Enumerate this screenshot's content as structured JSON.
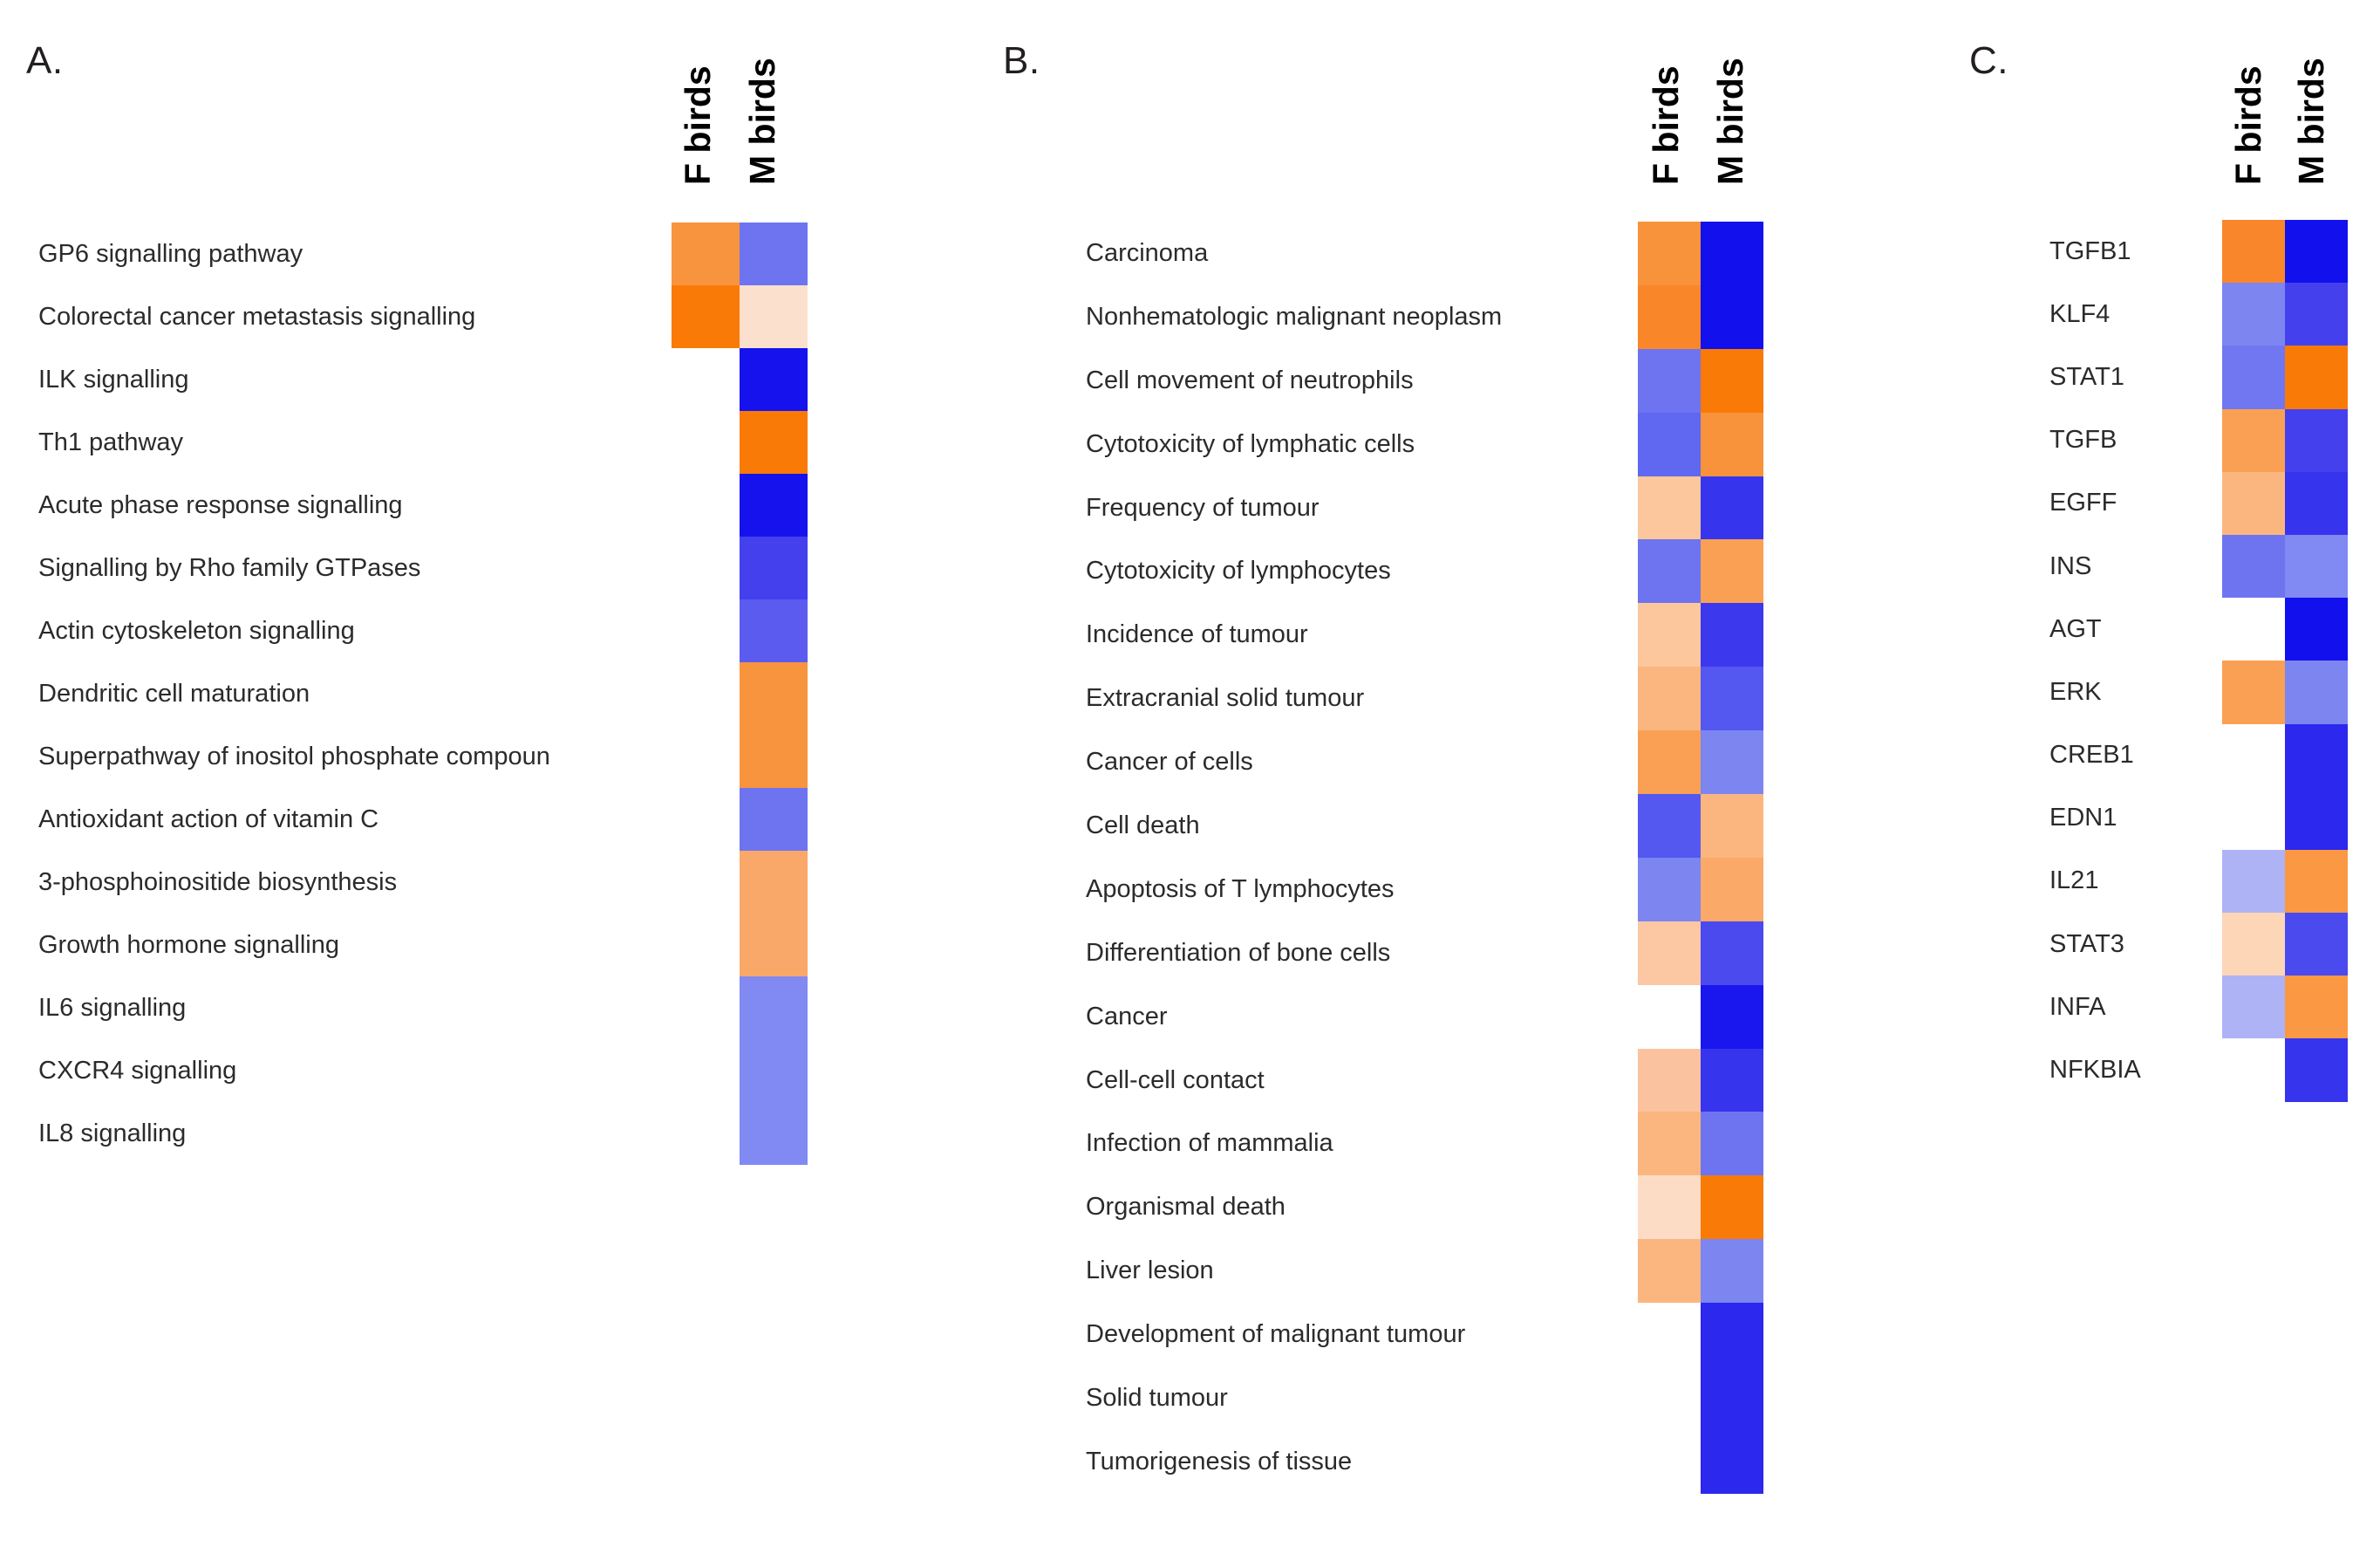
{
  "figure": {
    "panels": [
      {
        "letter": "A.",
        "columns": [
          "F birds",
          "M birds"
        ],
        "rows": [
          "GP6 signalling pathway",
          "Colorectal cancer metastasis signalling",
          "ILK signalling",
          "Th1 pathway",
          "Acute phase response signalling",
          "Signalling by Rho family GTPases",
          "Actin cytoskeleton signalling",
          "Dendritic cell maturation",
          "Superpathway of inositol phosphate compoun",
          "Antioxidant action of vitamin C",
          "3-phosphoinositide biosynthesis",
          "Growth hormone signalling",
          "IL6 signalling",
          "CXCR4 signalling",
          "IL8 signalling"
        ]
      },
      {
        "letter": "B.",
        "columns": [
          "F birds",
          "M birds"
        ],
        "rows": [
          "Carcinoma",
          "Nonhematologic malignant neoplasm",
          "Cell movement of neutrophils",
          "Cytotoxicity of lymphatic cells",
          "Frequency of tumour",
          "Cytotoxicity of lymphocytes",
          "Incidence of tumour",
          "Extracranial solid tumour",
          "Cancer of cells",
          "Cell death",
          "Apoptosis of T lymphocytes",
          "Differentiation of bone cells",
          "Cancer",
          "Cell-cell contact",
          "Infection of mammalia",
          "Organismal death",
          "Liver lesion",
          "Development of malignant tumour",
          "Solid tumour",
          "Tumorigenesis of tissue"
        ]
      },
      {
        "letter": "C.",
        "columns": [
          "F birds",
          "M birds"
        ],
        "rows": [
          "TGFB1",
          "KLF4",
          "STAT1",
          "TGFB",
          "EGFF",
          "INS",
          "AGT",
          "ERK",
          "CREB1",
          "EDN1",
          "IL21",
          "STAT3",
          "INFA",
          "NFKBIA"
        ]
      }
    ]
  },
  "chart_data": [
    {
      "type": "heatmap",
      "panel": "A",
      "title": "A.",
      "columns": [
        "F birds",
        "M birds"
      ],
      "rows": [
        "GP6 signalling pathway",
        "Colorectal cancer metastasis signalling",
        "ILK signalling",
        "Th1 pathway",
        "Acute phase response signalling",
        "Signalling by Rho family GTPases",
        "Actin cytoskeleton signalling",
        "Dendritic cell maturation",
        "Superpathway of inositol phosphate compoun",
        "Antioxidant action of vitamin C",
        "3-phosphoinositide biosynthesis",
        "Growth hormone signalling",
        "IL6 signalling",
        "CXCR4 signalling",
        "IL8 signalling"
      ],
      "colormap": "blue-white-orange (blue = negative / down, orange = positive / up, white = not significant)",
      "cells": [
        {
          "row": "GP6 signalling pathway",
          "F birds": "#F8943E",
          "M birds": "#6E74F0"
        },
        {
          "row": "Colorectal cancer metastasis signalling",
          "F birds": "#F97A06",
          "M birds": "#FBE0CE"
        },
        {
          "row": "ILK signalling",
          "F birds": null,
          "M birds": "#1612EE"
        },
        {
          "row": "Th1 pathway",
          "F birds": null,
          "M birds": "#F97A06"
        },
        {
          "row": "Acute phase response signalling",
          "F birds": null,
          "M birds": "#1612EE"
        },
        {
          "row": "Signalling by Rho family GTPases",
          "F birds": null,
          "M birds": "#4440EE"
        },
        {
          "row": "Actin cytoskeleton signalling",
          "F birds": null,
          "M birds": "#5C5BF0"
        },
        {
          "row": "Dendritic cell maturation",
          "F birds": null,
          "M birds": "#F8943E"
        },
        {
          "row": "Superpathway of inositol phosphate compoun",
          "F birds": null,
          "M birds": "#F8943E"
        },
        {
          "row": "Antioxidant action of vitamin C",
          "F birds": null,
          "M birds": "#6E74F0"
        },
        {
          "row": "3-phosphoinositide biosynthesis",
          "F birds": null,
          "M birds": "#FAA869"
        },
        {
          "row": "Growth hormone signalling",
          "F birds": null,
          "M birds": "#FAA869"
        },
        {
          "row": "IL6 signalling",
          "F birds": null,
          "M birds": "#8189F2"
        },
        {
          "row": "CXCR4 signalling",
          "F birds": null,
          "M birds": "#8189F2"
        },
        {
          "row": "IL8 signalling",
          "F birds": null,
          "M birds": "#8189F2"
        }
      ]
    },
    {
      "type": "heatmap",
      "panel": "B",
      "title": "B.",
      "columns": [
        "F birds",
        "M birds"
      ],
      "rows": [
        "Carcinoma",
        "Nonhematologic malignant neoplasm",
        "Cell movement of neutrophils",
        "Cytotoxicity of lymphatic cells",
        "Frequency of tumour",
        "Cytotoxicity of lymphocytes",
        "Incidence of tumour",
        "Extracranial solid tumour",
        "Cancer of cells",
        "Cell death",
        "Apoptosis of T lymphocytes",
        "Differentiation of bone cells",
        "Cancer",
        "Cell-cell contact",
        "Infection of mammalia",
        "Organismal death",
        "Liver lesion",
        "Development of malignant tumour",
        "Solid tumour",
        "Tumorigenesis of tissue"
      ],
      "colormap": "blue-white-orange (blue = negative / down, orange = positive / up, white = not significant)",
      "cells": [
        {
          "row": "Carcinoma",
          "F birds": "#F9933B",
          "M birds": "#1310EE"
        },
        {
          "row": "Nonhematologic malignant neoplasm",
          "F birds": "#F9872A",
          "M birds": "#1310EE"
        },
        {
          "row": "Cell movement of neutrophils",
          "F birds": "#6E74F0",
          "M birds": "#F97A06"
        },
        {
          "row": "Cytotoxicity of lymphatic cells",
          "F birds": "#6067F0",
          "M birds": "#F9933B"
        },
        {
          "row": "Frequency of tumour",
          "F birds": "#FCC79C",
          "M birds": "#3734EE"
        },
        {
          "row": "Cytotoxicity of lymphocytes",
          "F birds": "#6E74F0",
          "M birds": "#FAA055"
        },
        {
          "row": "Incidence of tumour",
          "F birds": "#FCC79C",
          "M birds": "#3B38EE"
        },
        {
          "row": "Extracranial solid tumour",
          "F birds": "#FBB680",
          "M birds": "#5457F0"
        },
        {
          "row": "Cancer of cells",
          "F birds": "#FAA055",
          "M birds": "#7D85F1"
        },
        {
          "row": "Cell death",
          "F birds": "#5457F0",
          "M birds": "#FBB680"
        },
        {
          "row": "Apoptosis of T lymphocytes",
          "F birds": "#7D85F1",
          "M birds": "#FAA969"
        },
        {
          "row": "Differentiation of bone cells",
          "F birds": "#FBC8A3",
          "M birds": "#4A4AEF"
        },
        {
          "row": "Cancer",
          "F birds": null,
          "M birds": "#1A17EE"
        },
        {
          "row": "Cell-cell contact",
          "F birds": "#FBC2A0",
          "M birds": "#3734EE"
        },
        {
          "row": "Infection of mammalia",
          "F birds": "#FBB680",
          "M birds": "#6E74F0"
        },
        {
          "row": "Organismal death",
          "F birds": "#FDDCC6",
          "M birds": "#F97A06"
        },
        {
          "row": "Liver lesion",
          "F birds": "#FBB680",
          "M birds": "#7D85F1"
        },
        {
          "row": "Development of malignant tumour",
          "F birds": null,
          "M birds": "#2C28EE"
        },
        {
          "row": "Solid tumour",
          "F birds": null,
          "M birds": "#2C28EE"
        },
        {
          "row": "Tumorigenesis of tissue",
          "F birds": null,
          "M birds": "#2C28EE"
        }
      ]
    },
    {
      "type": "heatmap",
      "panel": "C",
      "title": "C.",
      "columns": [
        "F birds",
        "M birds"
      ],
      "rows": [
        "TGFB1",
        "KLF4",
        "STAT1",
        "TGFB",
        "EGFF",
        "INS",
        "AGT",
        "ERK",
        "CREB1",
        "EDN1",
        "IL21",
        "STAT3",
        "INFA",
        "NFKBIA"
      ],
      "colormap": "blue-white-orange (blue = inhibited, orange = activated, white = no prediction)",
      "cells": [
        {
          "row": "TGFB1",
          "F birds": "#F9862A",
          "M birds": "#1310EE"
        },
        {
          "row": "KLF4",
          "F birds": "#7D85F1",
          "M birds": "#4440EE"
        },
        {
          "row": "STAT1",
          "F birds": "#7177F0",
          "M birds": "#F97A06"
        },
        {
          "row": "TGFB",
          "F birds": "#FAA055",
          "M birds": "#4440EE"
        },
        {
          "row": "EGFF",
          "F birds": "#FBB680",
          "M birds": "#3734EE"
        },
        {
          "row": "INS",
          "F birds": "#6E74F0",
          "M birds": "#8189F2"
        },
        {
          "row": "AGT",
          "F birds": null,
          "M birds": "#1310EE"
        },
        {
          "row": "ERK",
          "F birds": "#FAA055",
          "M birds": "#7D85F1"
        },
        {
          "row": "CREB1",
          "F birds": null,
          "M birds": "#2C28EE"
        },
        {
          "row": "EDN1",
          "F birds": null,
          "M birds": "#2C28EE"
        },
        {
          "row": "IL21",
          "F birds": "#AEB3F5",
          "M birds": "#FA9843"
        },
        {
          "row": "STAT3",
          "F birds": "#FDD6B8",
          "M birds": "#4A4AEF"
        },
        {
          "row": "INFA",
          "F birds": "#AEB3F5",
          "M birds": "#FA9843"
        },
        {
          "row": "NFKBIA",
          "F birds": null,
          "M birds": "#3734EE"
        }
      ]
    }
  ]
}
